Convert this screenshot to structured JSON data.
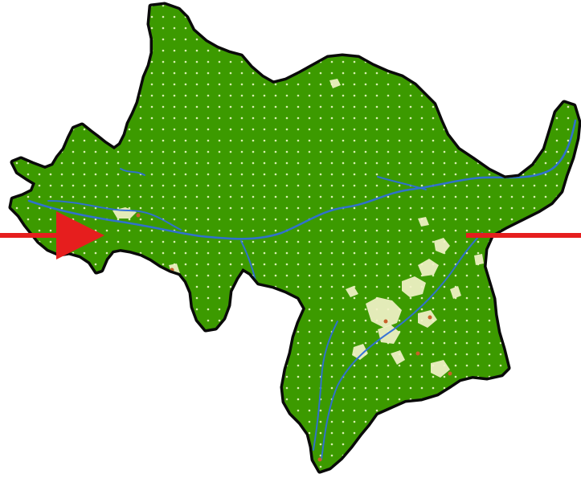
{
  "map": {
    "type": "land-cover-map",
    "background_color": "#ffffff",
    "region_fill_color": "#3c9a00",
    "region_outline_color": "#0a0a0a",
    "grid_dot_color": "#d8f0b0",
    "river_color": "#2f6fd6",
    "clearing_color": "#f2f2c8",
    "disturbance_color": "#c8602a",
    "arrow_color": "#e61e1e",
    "markers": [
      {
        "name": "left-arrow",
        "style": "arrowhead"
      },
      {
        "name": "right-line",
        "style": "plain-line"
      }
    ]
  }
}
